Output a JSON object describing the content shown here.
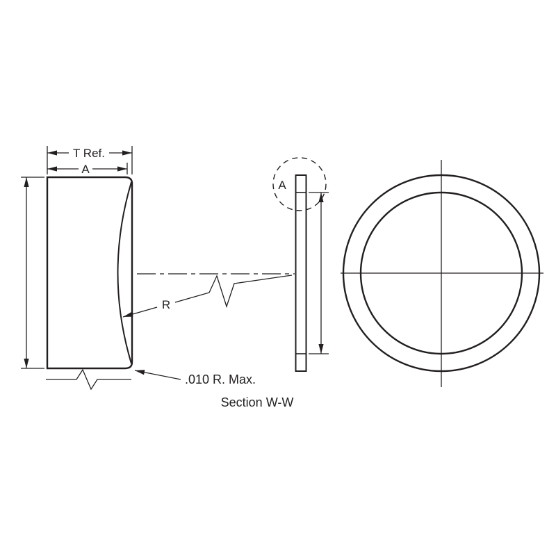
{
  "drawing": {
    "type": "engineering-section-drawing",
    "labels": {
      "t_ref": "T Ref.",
      "a_width": "A",
      "radius": "R",
      "corner_note": ".010 R. Max.",
      "section": "Section W-W",
      "detail": "A"
    },
    "colors": {
      "line": "#231f20",
      "background": "#ffffff"
    }
  }
}
